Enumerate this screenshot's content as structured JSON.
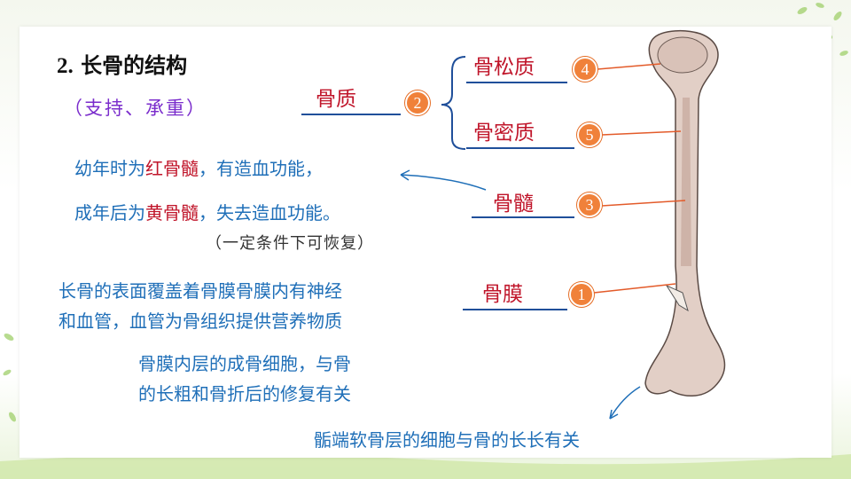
{
  "title": {
    "number": "2.",
    "text": "长骨的结构"
  },
  "subtitle": "（支持、承重）",
  "labels": {
    "bone_substance": "骨质",
    "spongy_bone": "骨松质",
    "compact_bone": "骨密质",
    "marrow": "骨髓",
    "periosteum": "骨膜"
  },
  "badges": {
    "b1": "1",
    "b2": "2",
    "b3": "3",
    "b4": "4",
    "b5": "5"
  },
  "notes": {
    "marrow_youth_pre": "幼年时为",
    "marrow_youth_red": "红骨髓",
    "marrow_youth_post": "，有造血功能，",
    "marrow_adult_pre": "成年后为",
    "marrow_adult_red": "黄骨髓",
    "marrow_adult_post": "，失去造血功能。",
    "recover": "（一定条件下可恢复）",
    "periosteum_line1": "长骨的表面覆盖着骨膜骨膜内有神经",
    "periosteum_line2": "和血管，血管为骨组织提供营养物质",
    "osteoblast_line1": "骨膜内层的成骨细胞，与骨",
    "osteoblast_line2": "的长粗和骨折后的修复有关",
    "epiphysis": "骺端软骨层的细胞与骨的长长有关"
  },
  "colors": {
    "label_red": "#c0152a",
    "note_blue": "#1f6fb8",
    "purple": "#7a2ccc",
    "badge_orange": "#f0813a",
    "line_navy": "#1f4f9a",
    "bone": "#e2cfc6"
  }
}
